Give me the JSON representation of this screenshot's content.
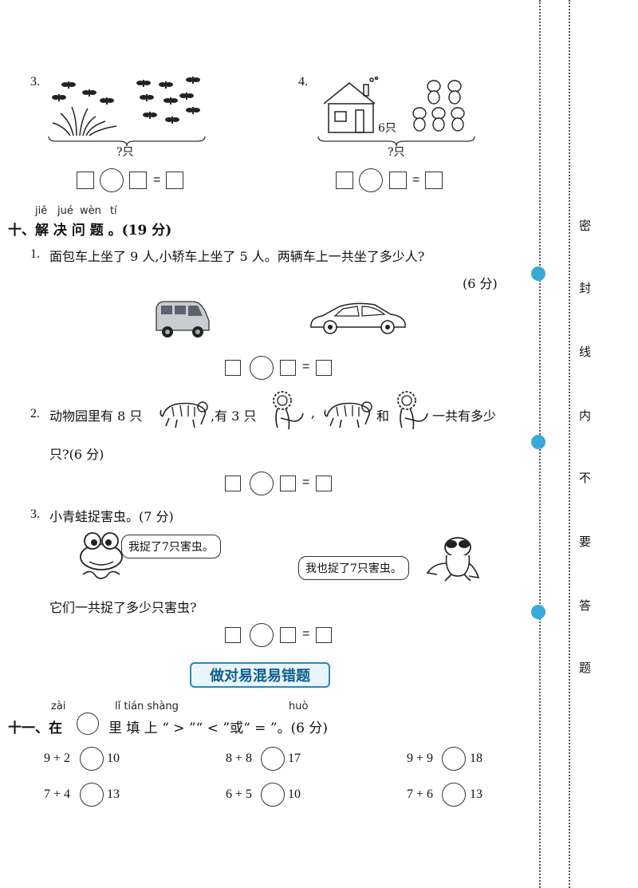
{
  "side": {
    "chars": [
      "密",
      "封",
      "线",
      "内",
      "不",
      "要",
      "答",
      "题"
    ]
  },
  "section9": {
    "q3": {
      "num": "3.",
      "brace_label": "?只"
    },
    "q4": {
      "num": "4.",
      "house_label": "6只",
      "brace_label": "?只"
    },
    "equals": "="
  },
  "section10": {
    "pinyin": [
      "jiě",
      "jué",
      "wèn",
      "tí"
    ],
    "heading": "十、解 决 问 题 。(19 分)",
    "q1": {
      "num": "1.",
      "text": "面包车上坐了 9 人,小轿车上坐了 5 人。两辆车上一共坐了多少人?",
      "score": "(6 分)"
    },
    "q2": {
      "num": "2.",
      "text_a": "动物园里有 8 只",
      "text_b": ",有 3 只",
      "text_c": ",",
      "text_d": "和",
      "text_e": "一共有多少",
      "text_f": "只?(6 分)"
    },
    "q3": {
      "num": "3.",
      "text": "小青蛙捉害虫。(7 分)",
      "bubble1": "我捉了7只害虫。",
      "bubble2": "我也捉了7只害虫。",
      "question": "它们一共捉了多少只害虫?"
    }
  },
  "banner": {
    "text": "做对易混易错题"
  },
  "section11": {
    "pinyin_zai": "zài",
    "pinyin_li": "lǐ tián shàng",
    "pinyin_huo": "huò",
    "heading_a": "十一、在",
    "heading_b": "里 填 上 “ > ”“ < ”或“ = ”。(6 分)",
    "items": [
      {
        "left": "9 + 2",
        "right": "10"
      },
      {
        "left": "8 + 8",
        "right": "17"
      },
      {
        "left": "9 + 9",
        "right": "18"
      },
      {
        "left": "7 + 4",
        "right": "13"
      },
      {
        "left": "6 + 5",
        "right": "10"
      },
      {
        "left": "7 + 6",
        "right": "13"
      }
    ]
  }
}
